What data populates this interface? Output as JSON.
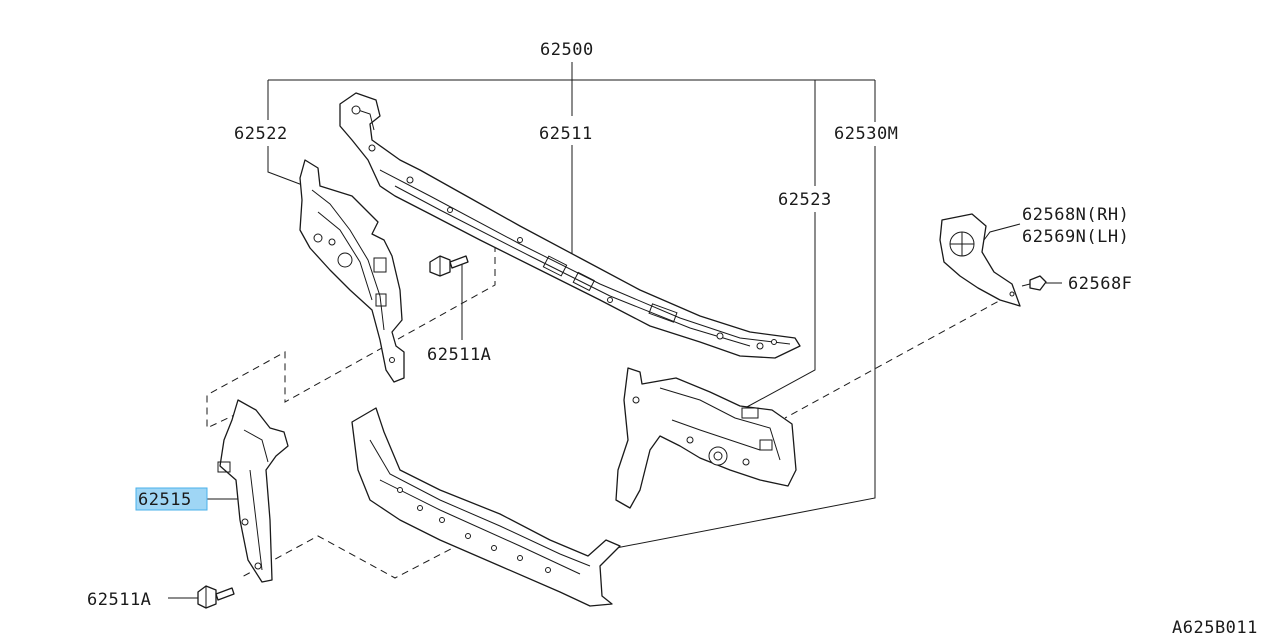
{
  "labels": {
    "assembly": "62500",
    "top_crossmember": "62511",
    "left_side_member": "62522",
    "right_side_member": "62523",
    "lower_crossmember": "62530M",
    "bolt_upper": "62511A",
    "bolt_lower": "62511A",
    "stay_highlighted": "62515",
    "bracket_rh": "62568N(RH)",
    "bracket_lh": "62569N(LH)",
    "clip": "62568F",
    "diagram_code": "A625B011"
  },
  "highlight_color": "#9fd6f5"
}
